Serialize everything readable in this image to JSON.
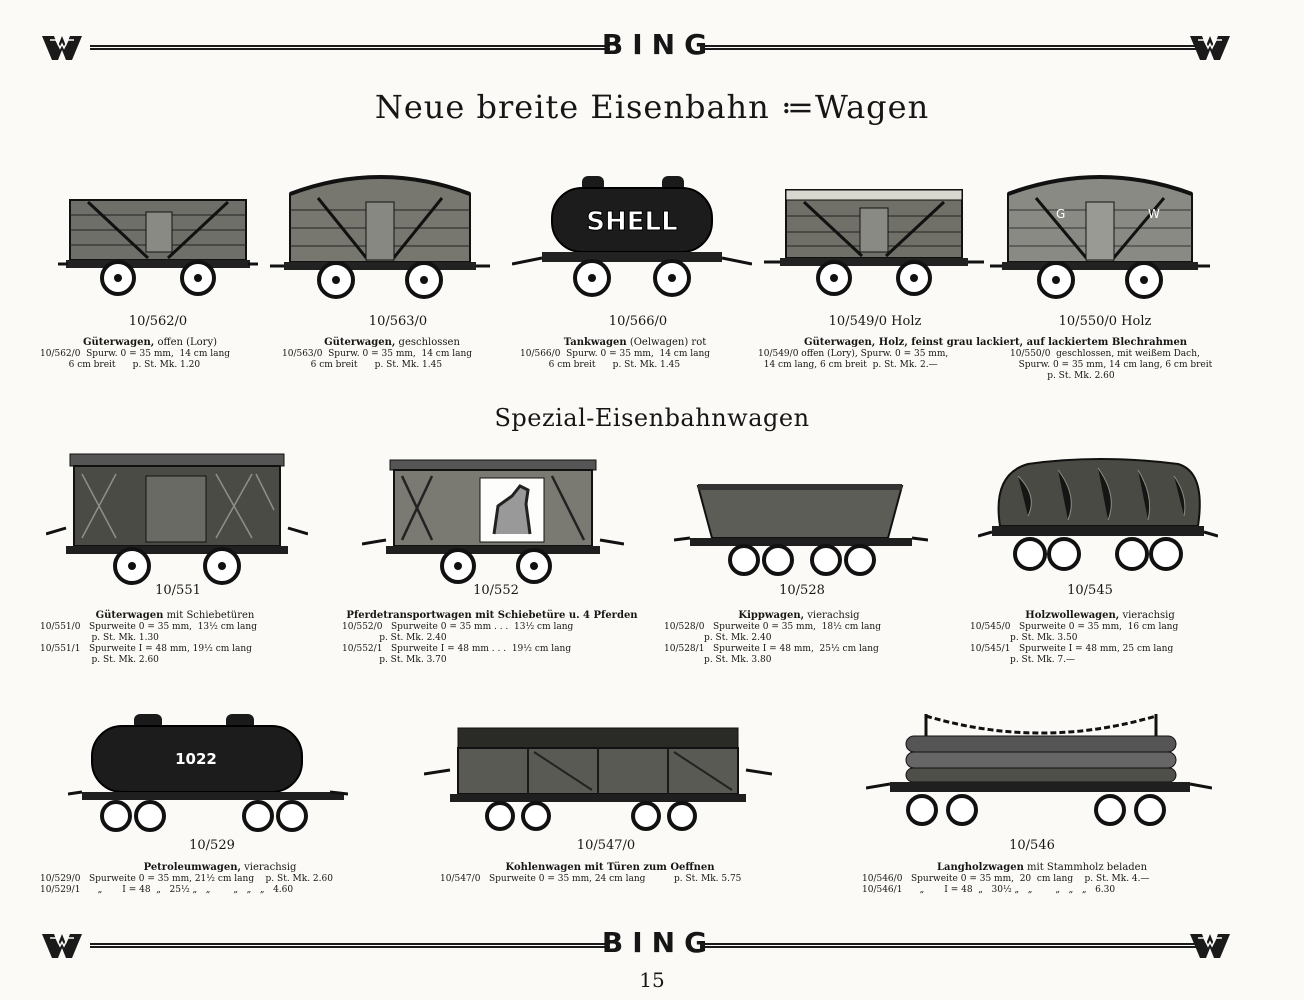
{
  "header": {
    "brand": "BING"
  },
  "footer": {
    "brand": "BING",
    "page_number": "15"
  },
  "sections": {
    "title_1": "Neue breite Eisenbahn ≔Wagen",
    "title_2": "Spezial-Eisenbahnwagen"
  },
  "row1": [
    {
      "number": "10/562/0",
      "title": "Güterwagen,",
      "title_suffix": " offen (Lory)",
      "spec": "10/562/0  Spurw. 0 = 35 mm,  14 cm lang\n          6 cm breit      p. St. Mk. 1.20"
    },
    {
      "number": "10/563/0",
      "title": "Güterwagen,",
      "title_suffix": " geschlossen",
      "spec": "10/563/0  Spurw. 0 = 35 mm,  14 cm lang\n          6 cm breit      p. St. Mk. 1.45"
    },
    {
      "number": "10/566/0",
      "title": "Tankwagen",
      "title_suffix": " (Oelwagen) rot",
      "tank_text": "SHELL",
      "spec": "10/566/0  Spurw. 0 = 35 mm,  14 cm lang\n          6 cm breit      p. St. Mk. 1.45"
    },
    {
      "number": "10/549/0 Holz",
      "title": "Güterwagen,",
      "title_suffix": " Holz, feinst grau lackiert, auf lackiertem Blechrahmen",
      "spec": "10/549/0 offen (Lory), Spurw. 0 = 35 mm,\n  14 cm lang, 6 cm breit  p. St. Mk. 2.—"
    },
    {
      "number": "10/550/0 Holz",
      "title": "",
      "title_suffix": "",
      "spec": "10/550/0  geschlossen, mit weißem Dach,\n   Spurw. 0 = 35 mm, 14 cm lang, 6 cm breit\n             p. St. Mk. 2.60",
      "car_letters": [
        "G",
        "W"
      ]
    }
  ],
  "row2": [
    {
      "number": "10/551",
      "title": "Güterwagen",
      "title_suffix": " mit Schiebetüren",
      "spec": "10/551/0   Spurweite 0 = 35 mm,  13½ cm lang\n                  p. St. Mk. 1.30\n10/551/1   Spurweite I = 48 mm, 19½ cm lang\n                  p. St. Mk. 2.60"
    },
    {
      "number": "10/552",
      "title": "Pferdetransportwagen",
      "title_suffix": " mit Schiebetüre u. 4 Pferden",
      "spec": "10/552/0   Spurweite 0 = 35 mm . . .  13½ cm lang\n             p. St. Mk. 2.40\n10/552/1   Spurweite I = 48 mm . . .  19½ cm lang\n             p. St. Mk. 3.70"
    },
    {
      "number": "10/528",
      "title": "Kippwagen,",
      "title_suffix": " vierachsig",
      "spec": "10/528/0   Spurweite 0 = 35 mm,  18½ cm lang\n              p. St. Mk. 2.40\n10/528/1   Spurweite I = 48 mm,  25½ cm lang\n              p. St. Mk. 3.80"
    },
    {
      "number": "10/545",
      "title": "Holzwollewagen,",
      "title_suffix": " vierachsig",
      "spec": "10/545/0   Spurweite 0 = 35 mm,  16 cm lang\n              p. St. Mk. 3.50\n10/545/1   Spurweite I = 48 mm, 25 cm lang\n              p. St. Mk. 7.—"
    }
  ],
  "row3": [
    {
      "number": "10/529",
      "title": "Petroleumwagen,",
      "title_suffix": " vierachsig",
      "tank_text": "1022",
      "spec": "10/529/0   Spurweite 0 = 35 mm, 21½ cm lang    p. St. Mk. 2.60\n10/529/1      „       I = 48  „   25½ „   „        „   „   „   4.60"
    },
    {
      "number": "10/547/0",
      "title": "Kohlenwagen",
      "title_suffix": " mit Türen zum Oeffnen",
      "spec": "10/547/0   Spurweite 0 = 35 mm, 24 cm lang          p. St. Mk. 5.75"
    },
    {
      "number": "10/546",
      "title": "Langholzwagen",
      "title_suffix": " mit Stammholz beladen",
      "spec": "10/546/0   Spurweite 0 = 35 mm,  20  cm lang    p. St. Mk. 4.—\n10/546/1      „       I = 48  „   30½ „   „        „   „   „   6.30"
    }
  ]
}
